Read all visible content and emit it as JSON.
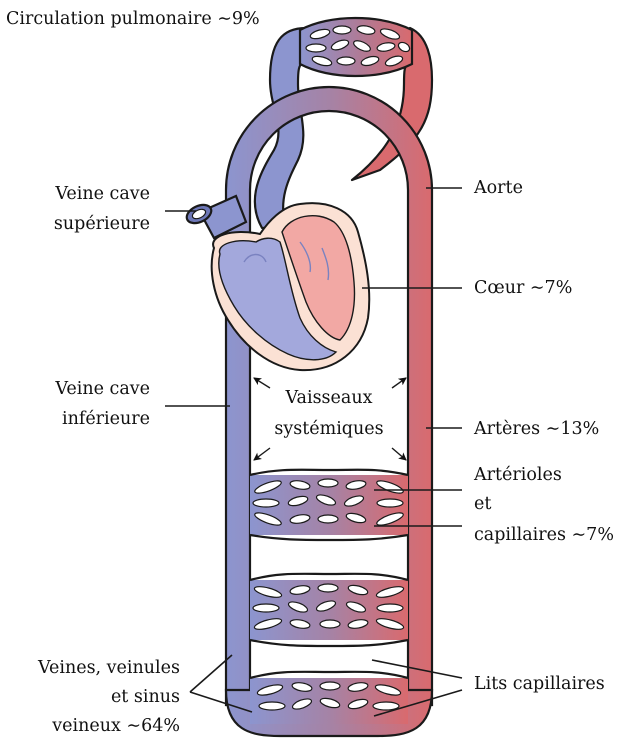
{
  "labels": {
    "pulmonary": "Circulation pulmonaire ∼9%",
    "sup_vena_line1": "Veine cave",
    "sup_vena_line2": "supérieure",
    "aorta": "Aorte",
    "heart": "Cœur ∼7%",
    "inf_vena_line1": "Veine cave",
    "inf_vena_line2": "inférieure",
    "systemic_line1": "Vaisseaux",
    "systemic_line2": "systémiques",
    "arteries": "Artères ∼13%",
    "arterioles_line1": "Artérioles",
    "arterioles_line2": "et",
    "arterioles_line3": "capillaires ∼7%",
    "capillary_beds": "Lits capillaires",
    "veins_line1": "Veines, veinules",
    "veins_line2": "et sinus",
    "veins_line3": "veineux ∼64%"
  },
  "colors": {
    "venous": "#8c95cf",
    "arterial": "#d96a6e",
    "heart_venous": "#a3a8dc",
    "heart_arterial": "#f2a8a4",
    "heart_wall": "#fbe1d4",
    "outline": "#1a1a1a"
  }
}
